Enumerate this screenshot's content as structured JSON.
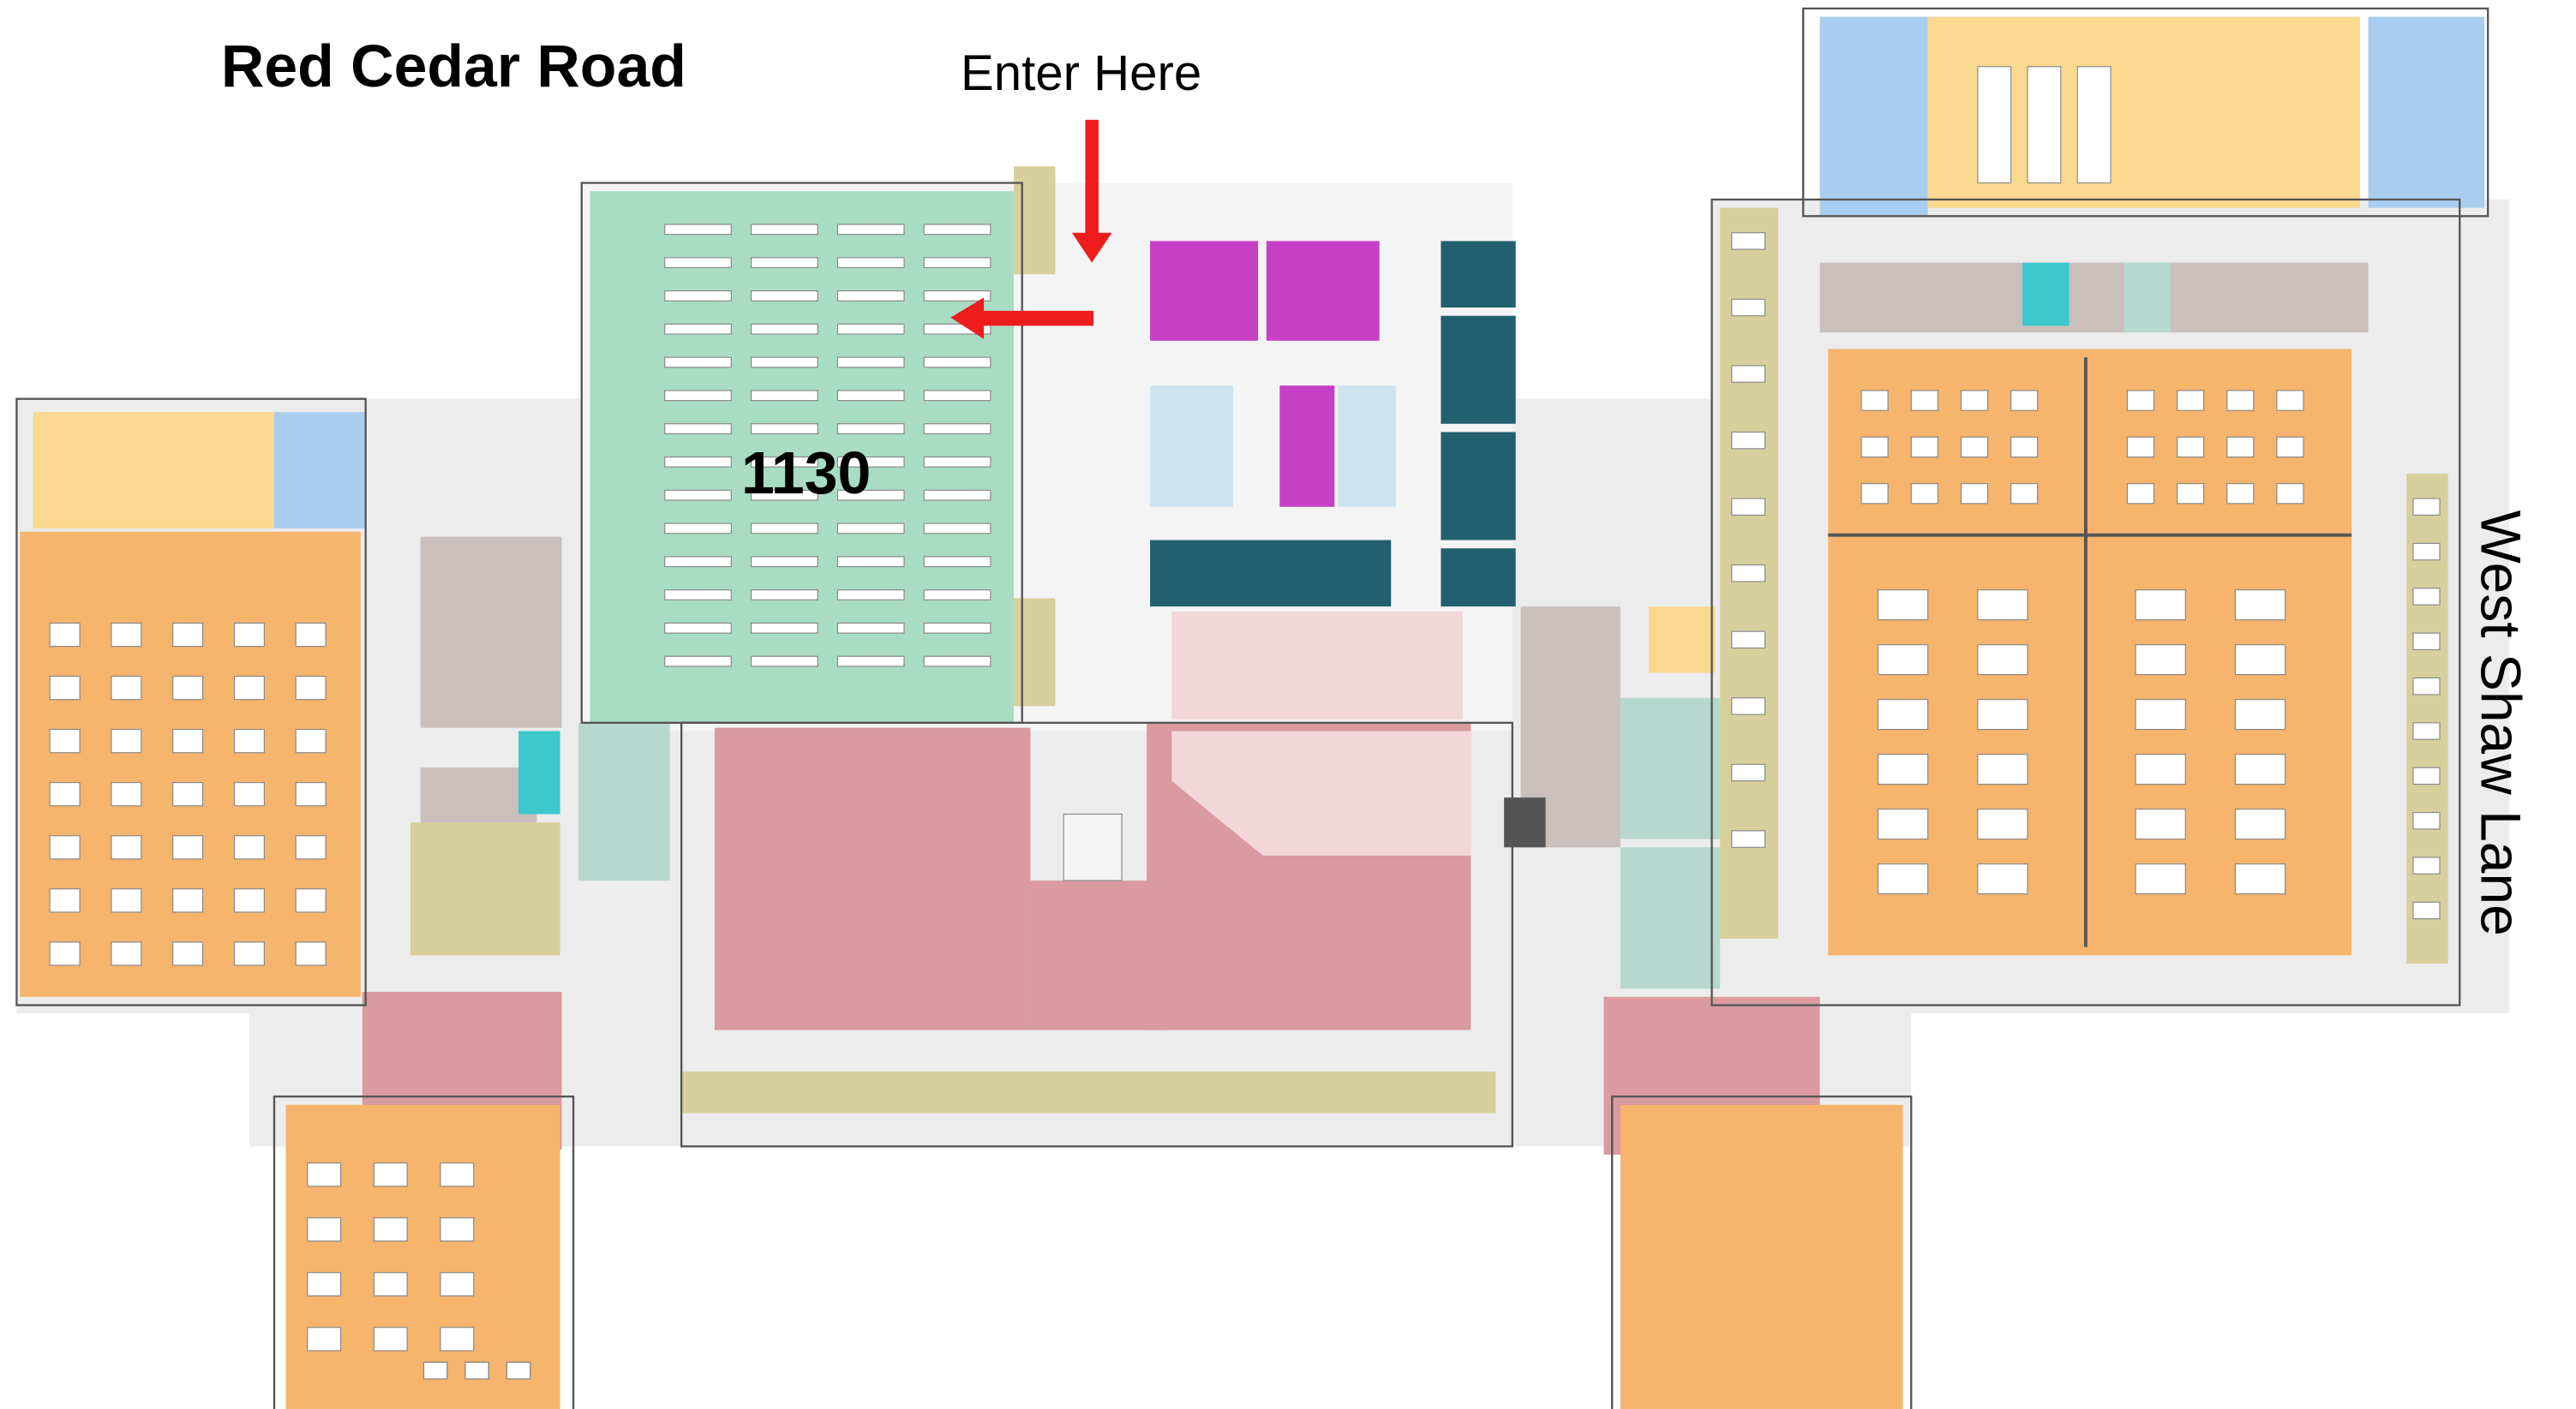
{
  "labels": {
    "road_north": "Red Cedar Road",
    "entrance": "Enter Here",
    "room_number": "1130",
    "road_east": "West Shaw Lane"
  },
  "colors": {
    "lecture_hall": "#a9dcc4",
    "classroom": "#f6b46c",
    "commons": "#d99aa0",
    "commons_light": "#f3d6d9",
    "meeting": "#c640c6",
    "study": "#23606f",
    "office": "#a9cdee",
    "lab": "#f9d98f",
    "support": "#d7d09d",
    "restroom": "#c9bfbc",
    "corridor": "#e6e6e6",
    "arrow": "#ee1c1c"
  },
  "icons": [
    "entry-arrow-down",
    "entry-arrow-left"
  ]
}
